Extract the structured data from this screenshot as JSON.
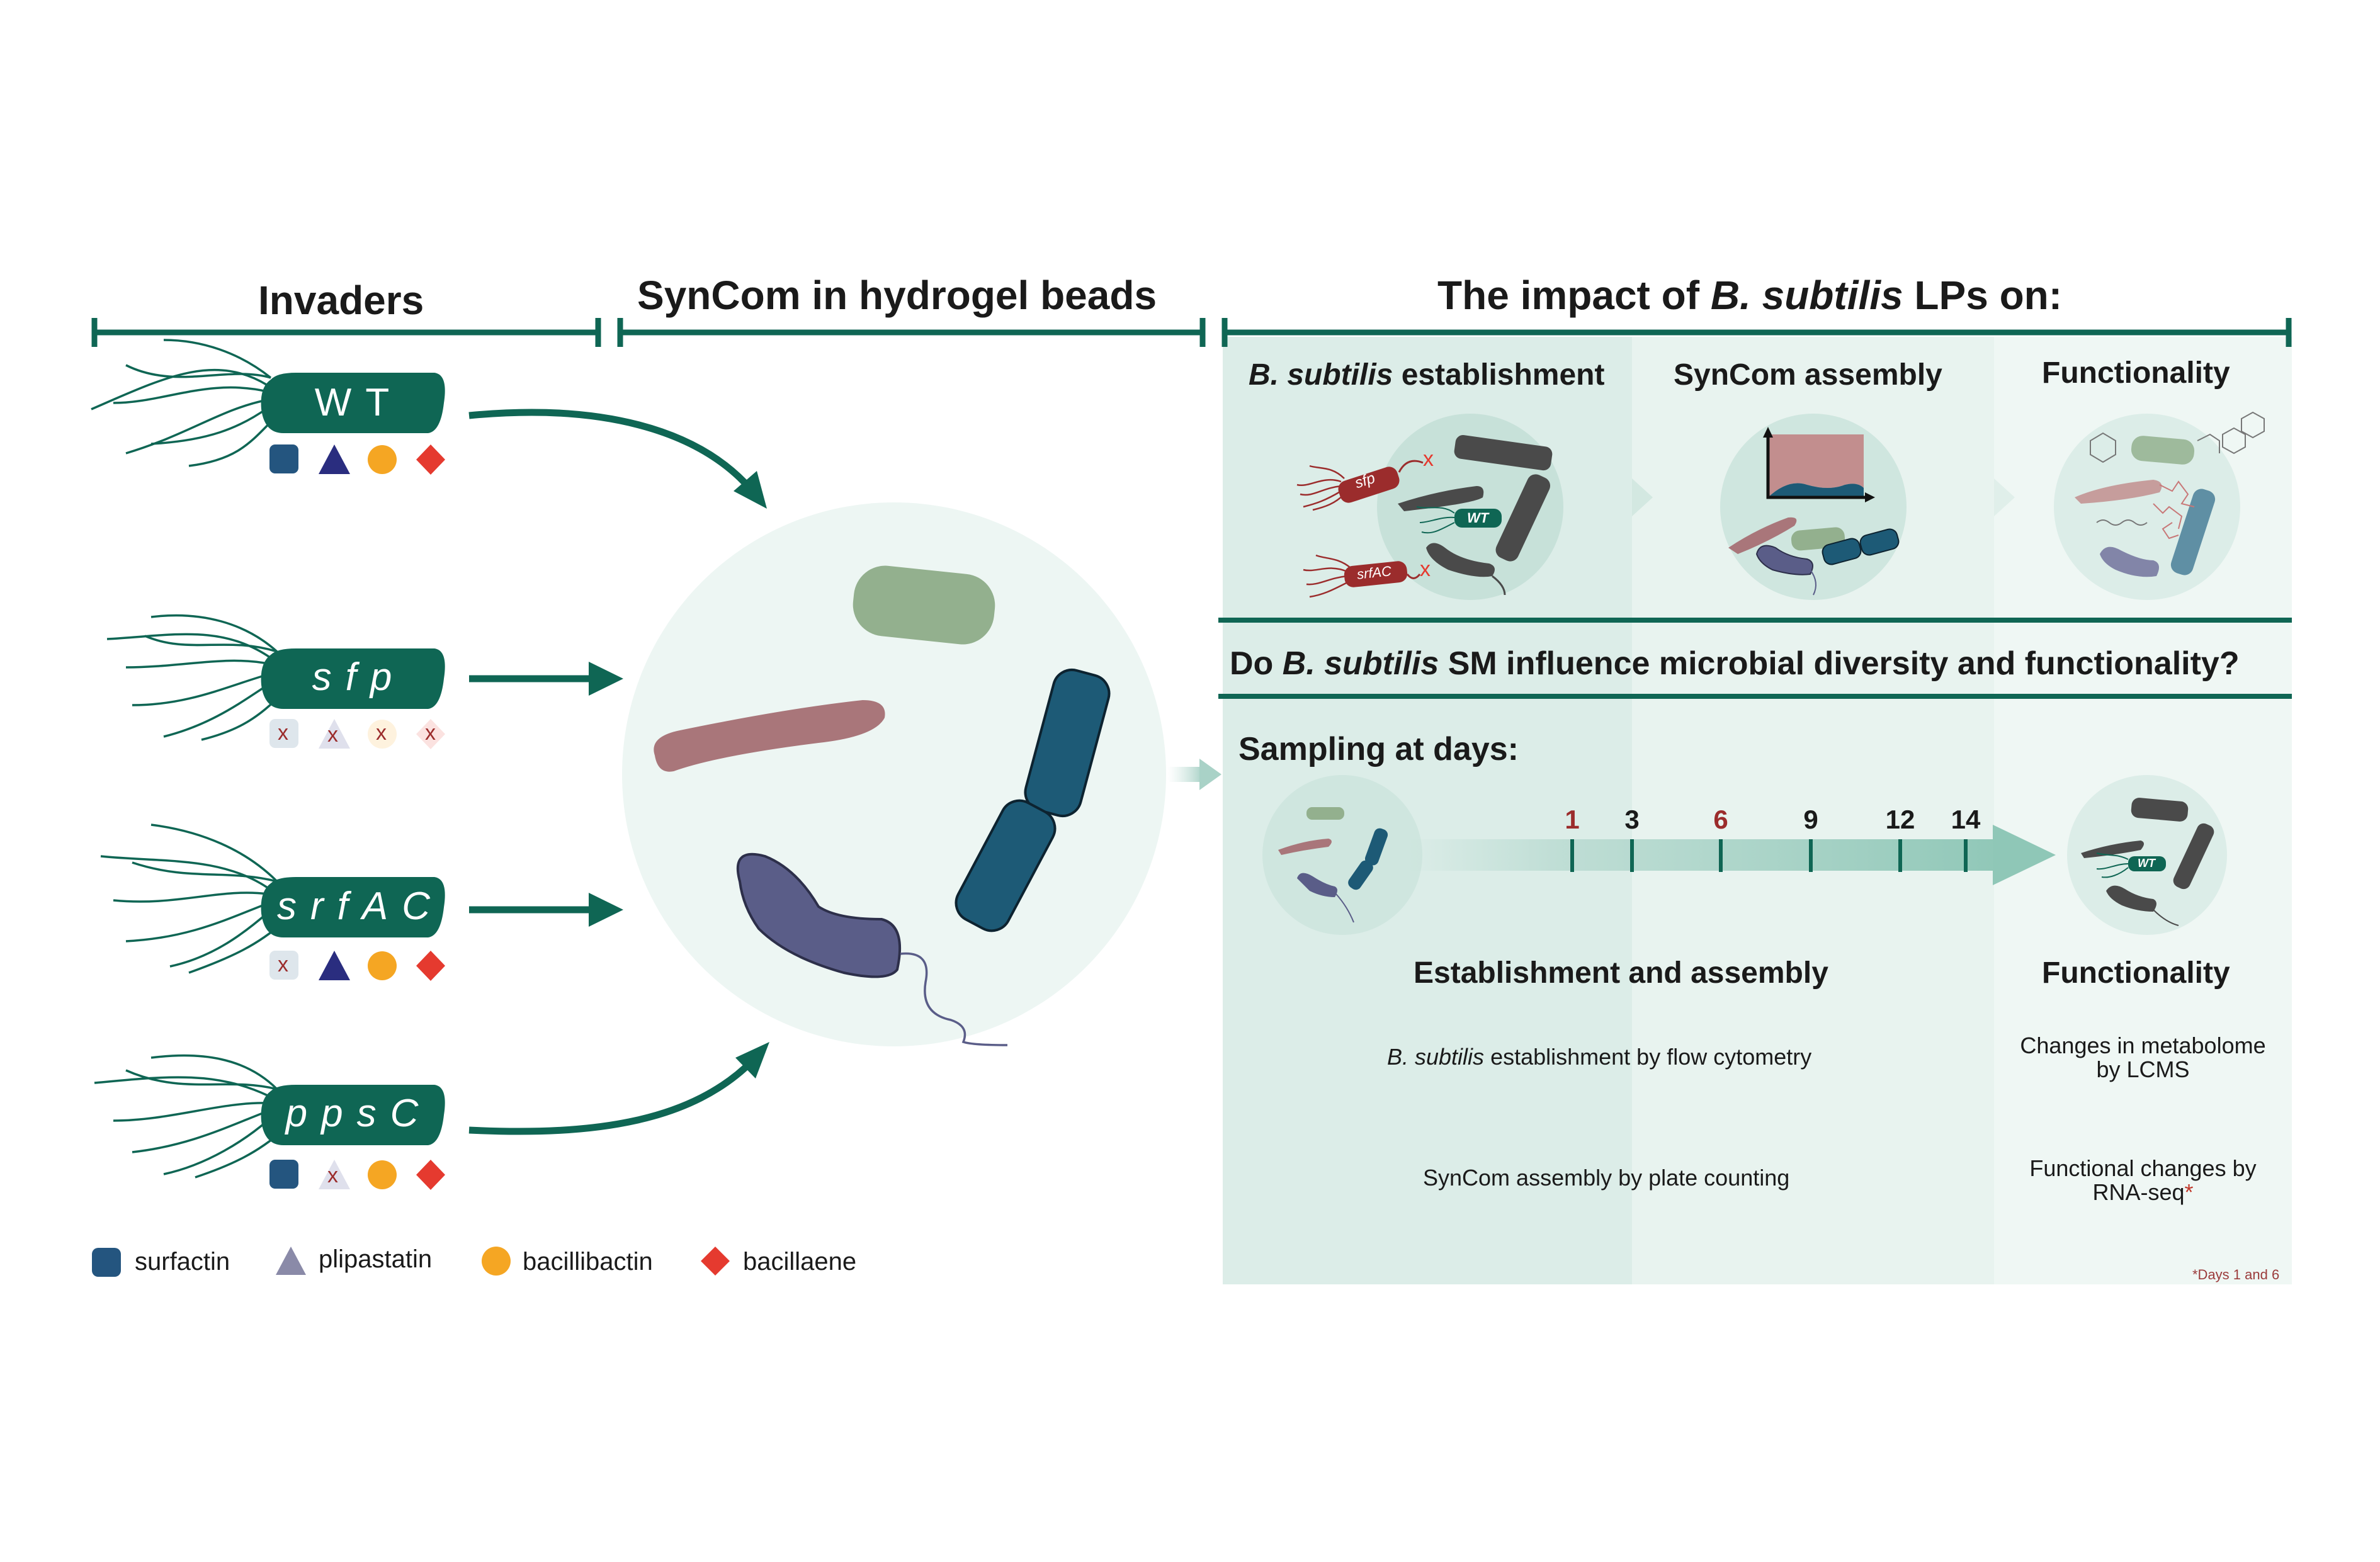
{
  "headers": {
    "invaders": "Invaders",
    "syncom": "SynCom in hydrogel beads",
    "impact_prefix": "The impact of ",
    "impact_italic": "B. subtilis",
    "impact_suffix": " LPs on:"
  },
  "strains": [
    {
      "label": "WT"
    },
    {
      "label": "sfp"
    },
    {
      "label": "srfAC"
    },
    {
      "label": "ppsC"
    }
  ],
  "legend": {
    "surfactin": "surfactin",
    "plipastatin": "plipastatin",
    "bacillibactin": "bacillibactin",
    "bacillaene": "bacillaene"
  },
  "panels": {
    "establishment_italic": "B. subtilis",
    "establishment_suffix": " establishment",
    "assembly": "SynCom assembly",
    "functionality": "Functionality"
  },
  "mini_labels": {
    "wt": "WT",
    "sfp": "sfp",
    "srfac": "srfAC",
    "x_mark": "x"
  },
  "question": {
    "prefix": "Do ",
    "italic": "B. subtilis",
    "suffix": " SM influence microbial diversity and functionality?"
  },
  "sampling": {
    "title": "Sampling at days:",
    "days": [
      "1",
      "3",
      "6",
      "9",
      "12",
      "14"
    ],
    "highlight_days": [
      "1",
      "6"
    ]
  },
  "bottom": {
    "establishment_title": "Establishment and assembly",
    "functionality_title": "Functionality",
    "flow_italic": "B. subtilis",
    "flow_suffix": " establishment by flow cytometry",
    "plate": "SynCom assembly by plate counting",
    "metabolome_line1": "Changes in metabolome",
    "metabolome_line2": "by LCMS",
    "rnaseq_line1": "Functional changes by",
    "rnaseq_line2": "RNA-seq",
    "asterisk": "*",
    "footnote": "*Days 1 and 6"
  },
  "colors": {
    "teal": "#0f6654",
    "surfactin": "#24557f",
    "plipastatin": "#2a2d7f",
    "bacillibactin": "#f5a623",
    "bacillaene": "#e53a2f",
    "mutant_red": "#9b2c2c",
    "panel_bg": "#e3f0ec"
  }
}
